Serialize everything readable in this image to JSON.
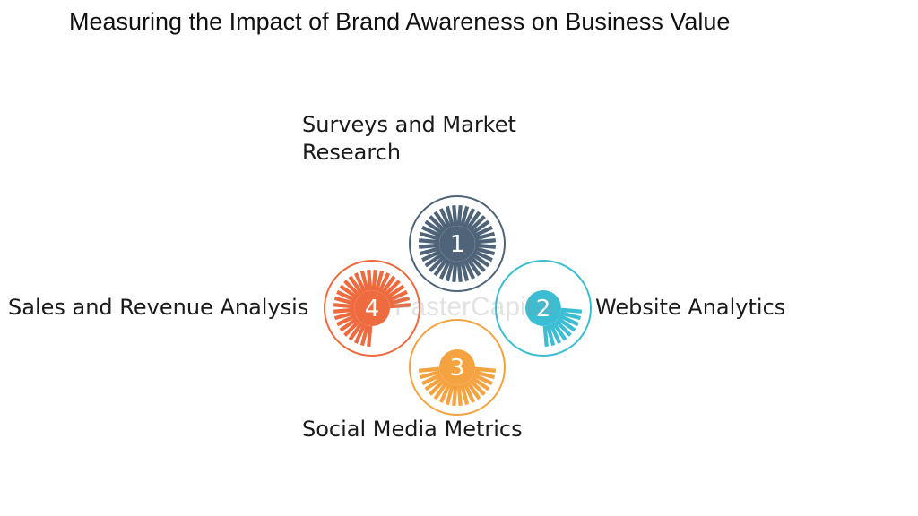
{
  "title": "Measuring the Impact of Brand Awareness on Business Value",
  "watermark": "FasterCapital",
  "steps": [
    {
      "number": "1",
      "label_lines": [
        "Surveys and Market",
        "Research"
      ],
      "color": "#4f6479",
      "fill_fraction": 1.0
    },
    {
      "number": "2",
      "label_lines": [
        "Website Analytics"
      ],
      "color": "#3bbdd3",
      "fill_fraction": 0.25
    },
    {
      "number": "3",
      "label_lines": [
        "Social Media Metrics"
      ],
      "color": "#f4a340",
      "fill_fraction": 0.5
    },
    {
      "number": "4",
      "label_lines": [
        "Sales and Revenue Analysis"
      ],
      "color": "#ee6a3f",
      "fill_fraction": 0.75
    }
  ]
}
